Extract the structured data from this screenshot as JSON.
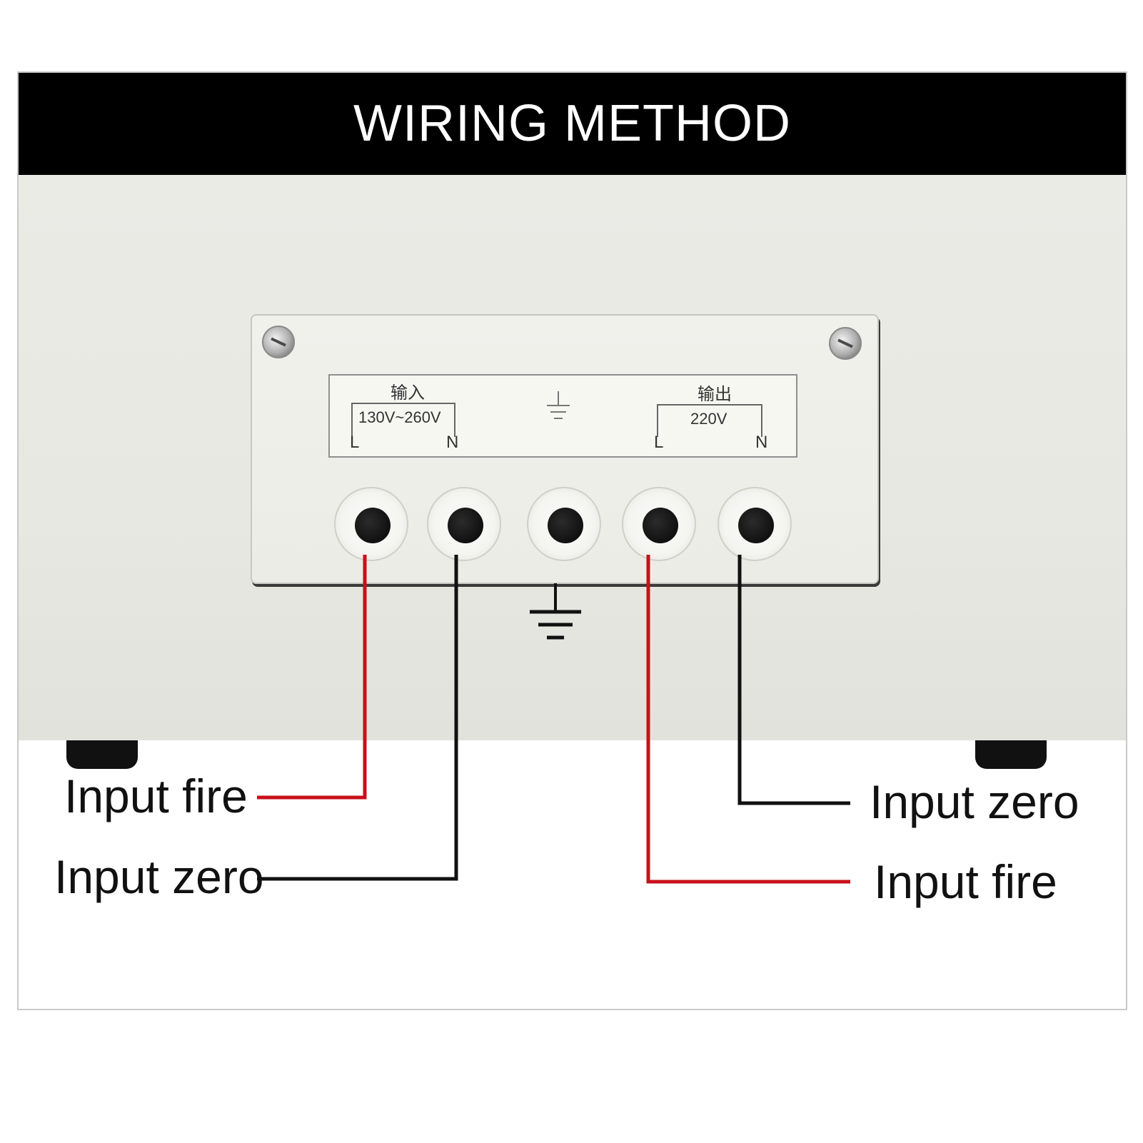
{
  "header": {
    "title": "WIRING METHOD"
  },
  "panel_label": {
    "input_heading": "输入",
    "input_voltage": "130V~260V",
    "output_heading": "输出",
    "output_voltage": "220V",
    "input_l": "L",
    "input_n": "N",
    "output_l": "L",
    "output_n": "N"
  },
  "captions": {
    "left_top": "Input fire",
    "left_bottom": "Input zero",
    "right_top": "Input zero",
    "right_bottom": "Input fire"
  },
  "colors": {
    "live_wire": "#c8101a",
    "neutral_wire": "#111111",
    "header_bg": "#000000",
    "header_text": "#ffffff"
  },
  "icons": [
    "ground-symbol-icon",
    "screw-icon",
    "terminal-socket-icon"
  ]
}
